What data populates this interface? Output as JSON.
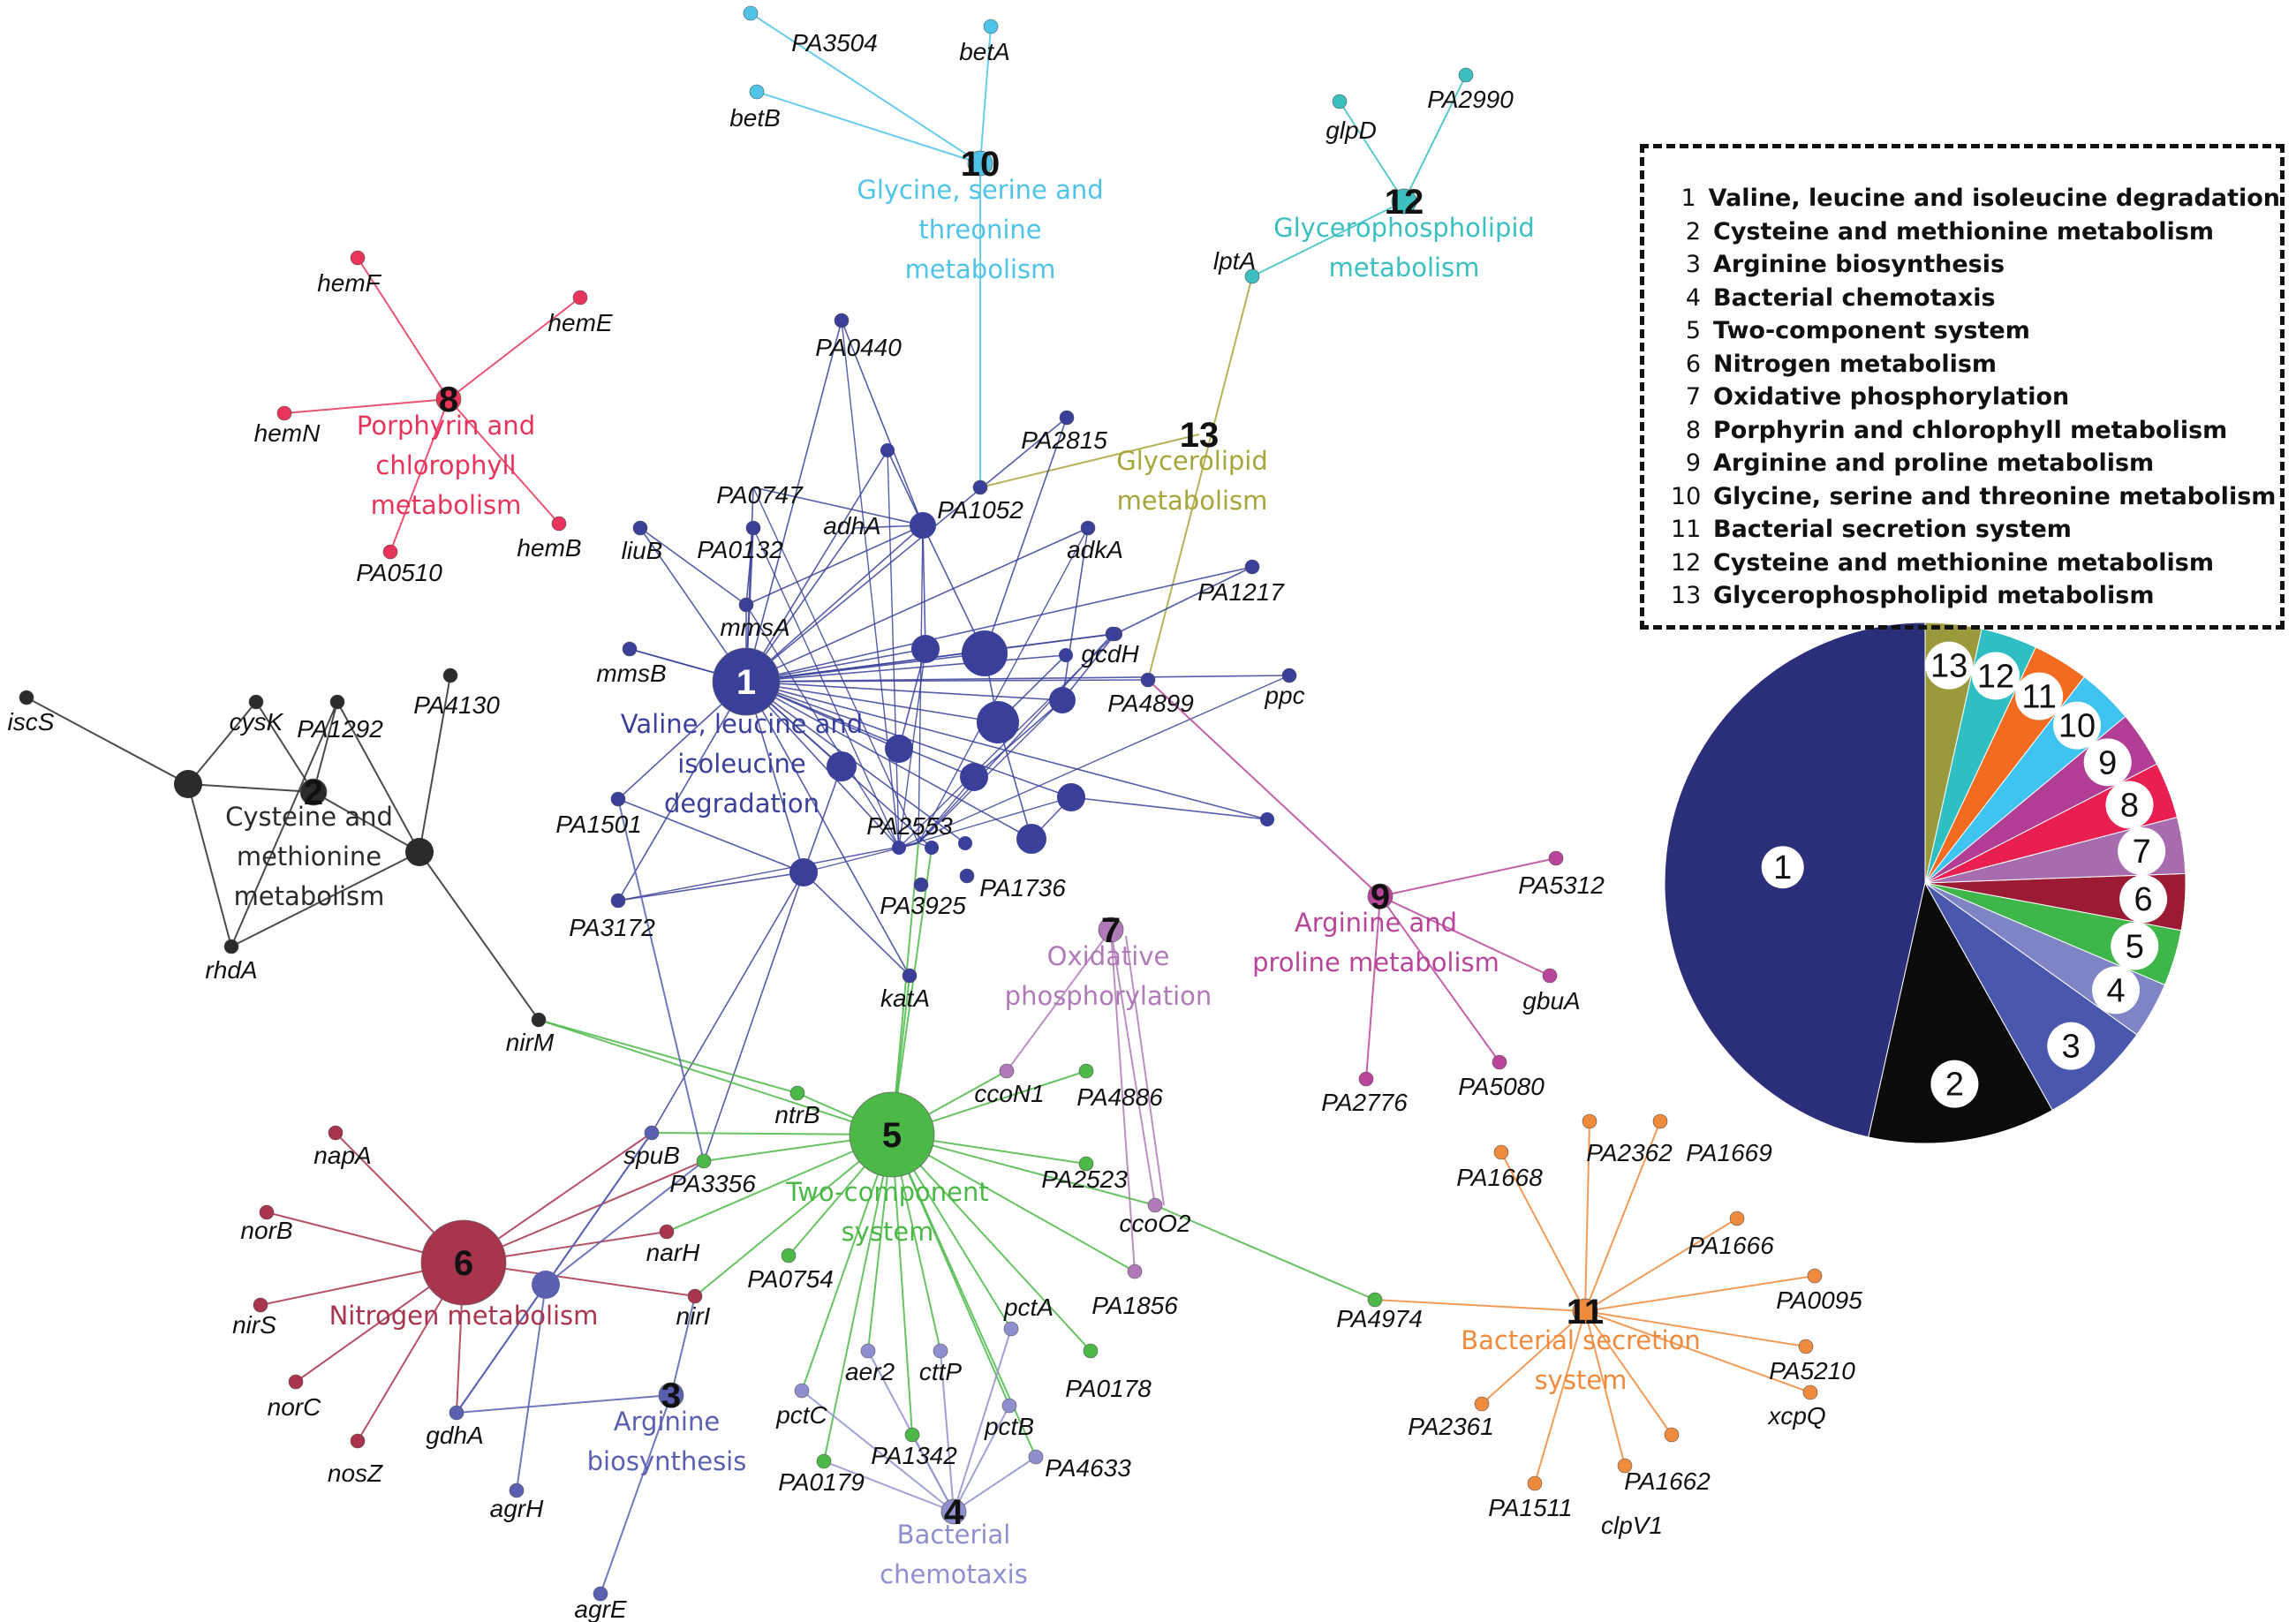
{
  "legend": [
    {
      "num": "1",
      "name": "Valine, leucine and isoleucine degradation"
    },
    {
      "num": "2",
      "name": "Cysteine and methionine metabolism"
    },
    {
      "num": "3",
      "name": "Arginine biosynthesis"
    },
    {
      "num": "4",
      "name": "Bacterial chemotaxis"
    },
    {
      "num": "5",
      "name": "Two-component system"
    },
    {
      "num": "6",
      "name": "Nitrogen metabolism"
    },
    {
      "num": "7",
      "name": "Oxidative phosphorylation"
    },
    {
      "num": "8",
      "name": "Porphyrin and chlorophyll metabolism"
    },
    {
      "num": "9",
      "name": "Arginine and proline metabolism"
    },
    {
      "num": "10",
      "name": "Glycine, serine and threonine metabolism"
    },
    {
      "num": "11",
      "name": "Bacterial secretion system"
    },
    {
      "num": "12",
      "name": "Cysteine and methionine metabolism"
    },
    {
      "num": "13",
      "name": "Glycerophospholipid metabolism"
    }
  ],
  "colors": {
    "c1": "#3a3f9a",
    "c2": "#2b2b2b",
    "c3": "#5a5fb0",
    "c4": "#8f8fcf",
    "c5": "#4cb848",
    "c6": "#a8344e",
    "c7": "#b07ab8",
    "c8": "#e8345a",
    "c9": "#b8459a",
    "c10": "#4fc3e8",
    "c11": "#f08a3c",
    "c12": "#3bbfc0",
    "c13": "#a6a63a"
  },
  "clusters": [
    {
      "id": "c1",
      "num": "1",
      "name_lines": [
        "Valine, leucine and",
        "isoleucine",
        "degradation"
      ]
    },
    {
      "id": "c2",
      "num": "2",
      "name_lines": [
        "Cysteine and",
        "methionine",
        "metabolism"
      ]
    },
    {
      "id": "c3",
      "num": "3",
      "name_lines": [
        "Arginine",
        "biosynthesis"
      ]
    },
    {
      "id": "c4",
      "num": "4",
      "name_lines": [
        "Bacterial",
        "chemotaxis"
      ]
    },
    {
      "id": "c5",
      "num": "5",
      "name_lines": [
        "Two-component",
        "system"
      ]
    },
    {
      "id": "c6",
      "num": "6",
      "name_lines": [
        "Nitrogen metabolism"
      ]
    },
    {
      "id": "c7",
      "num": "7",
      "name_lines": [
        "Oxidative",
        "phosphorylation"
      ]
    },
    {
      "id": "c8",
      "num": "8",
      "name_lines": [
        "Porphyrin and",
        "chlorophyll",
        "metabolism"
      ]
    },
    {
      "id": "c9",
      "num": "9",
      "name_lines": [
        "Arginine and",
        "proline metabolism"
      ]
    },
    {
      "id": "c10",
      "num": "10",
      "name_lines": [
        "Glycine, serine and",
        "threonine",
        "metabolism"
      ]
    },
    {
      "id": "c11",
      "num": "11",
      "name_lines": [
        "Bacterial secretion",
        "system"
      ]
    },
    {
      "id": "c12",
      "num": "12",
      "name_lines": [
        "Glycerophospholipid",
        "metabolism"
      ]
    },
    {
      "id": "c13",
      "num": "13",
      "name_lines": [
        "Glycerolipid",
        "metabolism"
      ]
    }
  ],
  "genes": [
    {
      "id": "PA3504",
      "label": "PA3504",
      "cluster": "c10"
    },
    {
      "id": "betA",
      "label": "betA",
      "cluster": "c10"
    },
    {
      "id": "betB",
      "label": "betB",
      "cluster": "c10"
    },
    {
      "id": "glpD",
      "label": "glpD",
      "cluster": "c12"
    },
    {
      "id": "PA2990",
      "label": "PA2990",
      "cluster": "c12"
    },
    {
      "id": "lptA",
      "label": "lptA",
      "cluster": "c12"
    },
    {
      "id": "hemF",
      "label": "hemF",
      "cluster": "c8"
    },
    {
      "id": "hemE",
      "label": "hemE",
      "cluster": "c8"
    },
    {
      "id": "hemN",
      "label": "hemN",
      "cluster": "c8"
    },
    {
      "id": "hemB",
      "label": "hemB",
      "cluster": "c8"
    },
    {
      "id": "PA0510",
      "label": "PA0510",
      "cluster": "c8"
    },
    {
      "id": "PA0440",
      "label": "PA0440",
      "cluster": "c1"
    },
    {
      "id": "PA2815",
      "label": "PA2815",
      "cluster": "c1"
    },
    {
      "id": "PA1052",
      "label": "PA1052",
      "cluster": "c1"
    },
    {
      "id": "PA0747",
      "label": "PA0747",
      "cluster": "c1"
    },
    {
      "id": "liuB",
      "label": "liuB",
      "cluster": "c1"
    },
    {
      "id": "PA0132",
      "label": "PA0132",
      "cluster": "c1"
    },
    {
      "id": "adhA",
      "label": "adhA",
      "cluster": "c1"
    },
    {
      "id": "adkA",
      "label": "adkA",
      "cluster": "c1"
    },
    {
      "id": "PA1217",
      "label": "PA1217",
      "cluster": "c1"
    },
    {
      "id": "mmsA",
      "label": "mmsA",
      "cluster": "c1"
    },
    {
      "id": "mmsB",
      "label": "mmsB",
      "cluster": "c1"
    },
    {
      "id": "gcdH",
      "label": "gcdH",
      "cluster": "c1"
    },
    {
      "id": "PA4899",
      "label": "PA4899",
      "cluster": "c1"
    },
    {
      "id": "ppc",
      "label": "ppc",
      "cluster": "c1"
    },
    {
      "id": "PA1501",
      "label": "PA1501",
      "cluster": "c1"
    },
    {
      "id": "PA2553",
      "label": "PA2553",
      "cluster": "c1"
    },
    {
      "id": "PA1736",
      "label": "PA1736",
      "cluster": "c1"
    },
    {
      "id": "PA3925",
      "label": "PA3925",
      "cluster": "c1"
    },
    {
      "id": "PA3172",
      "label": "PA3172",
      "cluster": "c1"
    },
    {
      "id": "katA",
      "label": "katA",
      "cluster": "c1"
    },
    {
      "id": "iscS",
      "label": "iscS",
      "cluster": "c2"
    },
    {
      "id": "cysK",
      "label": "cysK",
      "cluster": "c2"
    },
    {
      "id": "PA1292",
      "label": "PA1292",
      "cluster": "c2"
    },
    {
      "id": "PA4130",
      "label": "PA4130",
      "cluster": "c2"
    },
    {
      "id": "rhdA",
      "label": "rhdA",
      "cluster": "c2"
    },
    {
      "id": "nirM",
      "label": "nirM",
      "cluster": "c2"
    },
    {
      "id": "PA5312",
      "label": "PA5312",
      "cluster": "c9"
    },
    {
      "id": "gbuA",
      "label": "gbuA",
      "cluster": "c9"
    },
    {
      "id": "PA2776",
      "label": "PA2776",
      "cluster": "c9"
    },
    {
      "id": "PA5080",
      "label": "PA5080",
      "cluster": "c9"
    },
    {
      "id": "ntrB",
      "label": "ntrB",
      "cluster": "c5"
    },
    {
      "id": "ccoN1",
      "label": "ccoN1",
      "cluster": "c7"
    },
    {
      "id": "PA4886",
      "label": "PA4886",
      "cluster": "c5"
    },
    {
      "id": "PA2523",
      "label": "PA2523",
      "cluster": "c5"
    },
    {
      "id": "ccoO2",
      "label": "ccoO2",
      "cluster": "c7"
    },
    {
      "id": "PA1856",
      "label": "PA1856",
      "cluster": "c7"
    },
    {
      "id": "PA0754",
      "label": "PA0754",
      "cluster": "c5"
    },
    {
      "id": "spuB",
      "label": "spuB",
      "cluster": "c3"
    },
    {
      "id": "PA3356",
      "label": "PA3356",
      "cluster": "c5"
    },
    {
      "id": "narH",
      "label": "narH",
      "cluster": "c6"
    },
    {
      "id": "nirI",
      "label": "nirI",
      "cluster": "c6"
    },
    {
      "id": "napA",
      "label": "napA",
      "cluster": "c6"
    },
    {
      "id": "norB",
      "label": "norB",
      "cluster": "c6"
    },
    {
      "id": "nirS",
      "label": "nirS",
      "cluster": "c6"
    },
    {
      "id": "norC",
      "label": "norC",
      "cluster": "c6"
    },
    {
      "id": "nosZ",
      "label": "nosZ",
      "cluster": "c6"
    },
    {
      "id": "gdhA",
      "label": "gdhA",
      "cluster": "c3"
    },
    {
      "id": "agrH",
      "label": "agrH",
      "cluster": "c3"
    },
    {
      "id": "agrE",
      "label": "agrE",
      "cluster": "c3"
    },
    {
      "id": "aer2",
      "label": "aer2",
      "cluster": "c4"
    },
    {
      "id": "cttP",
      "label": "cttP",
      "cluster": "c4"
    },
    {
      "id": "pctA",
      "label": "pctA",
      "cluster": "c4"
    },
    {
      "id": "PA0178",
      "label": "PA0178",
      "cluster": "c5"
    },
    {
      "id": "pctC",
      "label": "pctC",
      "cluster": "c4"
    },
    {
      "id": "pctB",
      "label": "pctB",
      "cluster": "c4"
    },
    {
      "id": "PA1342",
      "label": "PA1342",
      "cluster": "c5"
    },
    {
      "id": "PA0179",
      "label": "PA0179",
      "cluster": "c5"
    },
    {
      "id": "PA4633",
      "label": "PA4633",
      "cluster": "c4"
    },
    {
      "id": "PA4974",
      "label": "PA4974",
      "cluster": "c5"
    },
    {
      "id": "PA1668",
      "label": "PA1668",
      "cluster": "c11"
    },
    {
      "id": "PA2362",
      "label": "PA2362",
      "cluster": "c11"
    },
    {
      "id": "PA1669",
      "label": "PA1669",
      "cluster": "c11"
    },
    {
      "id": "PA1666",
      "label": "PA1666",
      "cluster": "c11"
    },
    {
      "id": "PA0095",
      "label": "PA0095",
      "cluster": "c11"
    },
    {
      "id": "PA5210",
      "label": "PA5210",
      "cluster": "c11"
    },
    {
      "id": "xcpQ",
      "label": "xcpQ",
      "cluster": "c11"
    },
    {
      "id": "PA1662",
      "label": "PA1662",
      "cluster": "c11"
    },
    {
      "id": "clpV1",
      "label": "clpV1",
      "cluster": "c11"
    },
    {
      "id": "PA1511",
      "label": "PA1511",
      "cluster": "c11"
    },
    {
      "id": "PA2361",
      "label": "PA2361",
      "cluster": "c11"
    }
  ],
  "pie": [
    {
      "label": "1",
      "share": 0.4545,
      "color": "#2b2f7a"
    },
    {
      "label": "2",
      "share": 0.1136,
      "color": "#0b0b0b"
    },
    {
      "label": "3",
      "share": 0.0682,
      "color": "#4957ad"
    },
    {
      "label": "4",
      "share": 0.0341,
      "color": "#7f85c4"
    },
    {
      "label": "5",
      "share": 0.0341,
      "color": "#3fb64a"
    },
    {
      "label": "6",
      "share": 0.0341,
      "color": "#9b1b35"
    },
    {
      "label": "7",
      "share": 0.0341,
      "color": "#a76cad"
    },
    {
      "label": "8",
      "share": 0.0341,
      "color": "#e81f50"
    },
    {
      "label": "9",
      "share": 0.0341,
      "color": "#b23d95"
    },
    {
      "label": "10",
      "share": 0.0341,
      "color": "#3fc3f0"
    },
    {
      "label": "11",
      "share": 0.0341,
      "color": "#f26b21"
    },
    {
      "label": "12",
      "share": 0.0341,
      "color": "#2fbfc3"
    },
    {
      "label": "13",
      "share": 0.0341,
      "color": "#9a9a3c"
    }
  ]
}
